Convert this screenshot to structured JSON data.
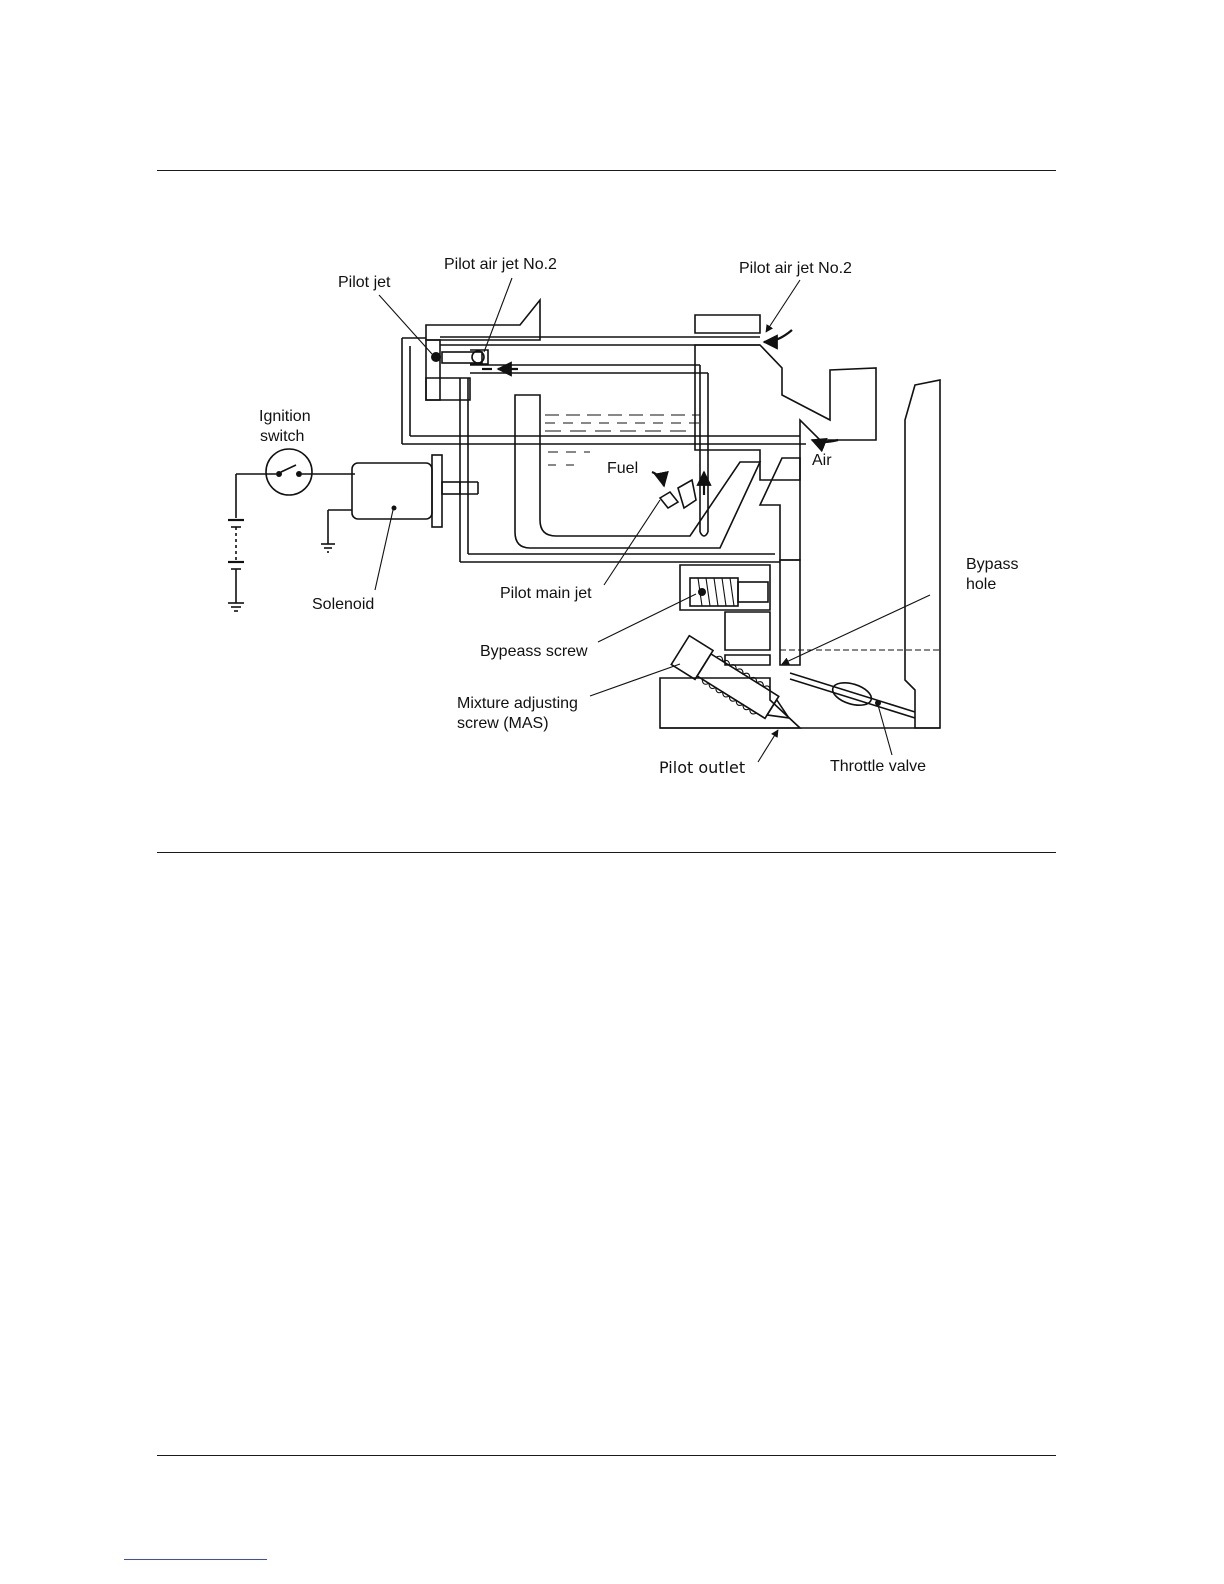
{
  "labels": {
    "pilot_jet": "Pilot jet",
    "pilot_air_jet_left": "Pilot air jet No.2",
    "pilot_air_jet_right": "Pilot air jet No.2",
    "ignition": "Ignition",
    "switch": "switch",
    "fuel": "Fuel",
    "air": "Air",
    "solenoid": "Solenoid",
    "pilot_main_jet": "Pilot main jet",
    "bypass_1": "Bypass",
    "bypass_2": "hole",
    "bypass_screw": "Bypeass screw",
    "mixture_1": "Mixture adjusting",
    "mixture_2": "screw (MAS)",
    "pilot_outlet": "Pilot outlet",
    "throttle_valve": "Throttle valve"
  }
}
